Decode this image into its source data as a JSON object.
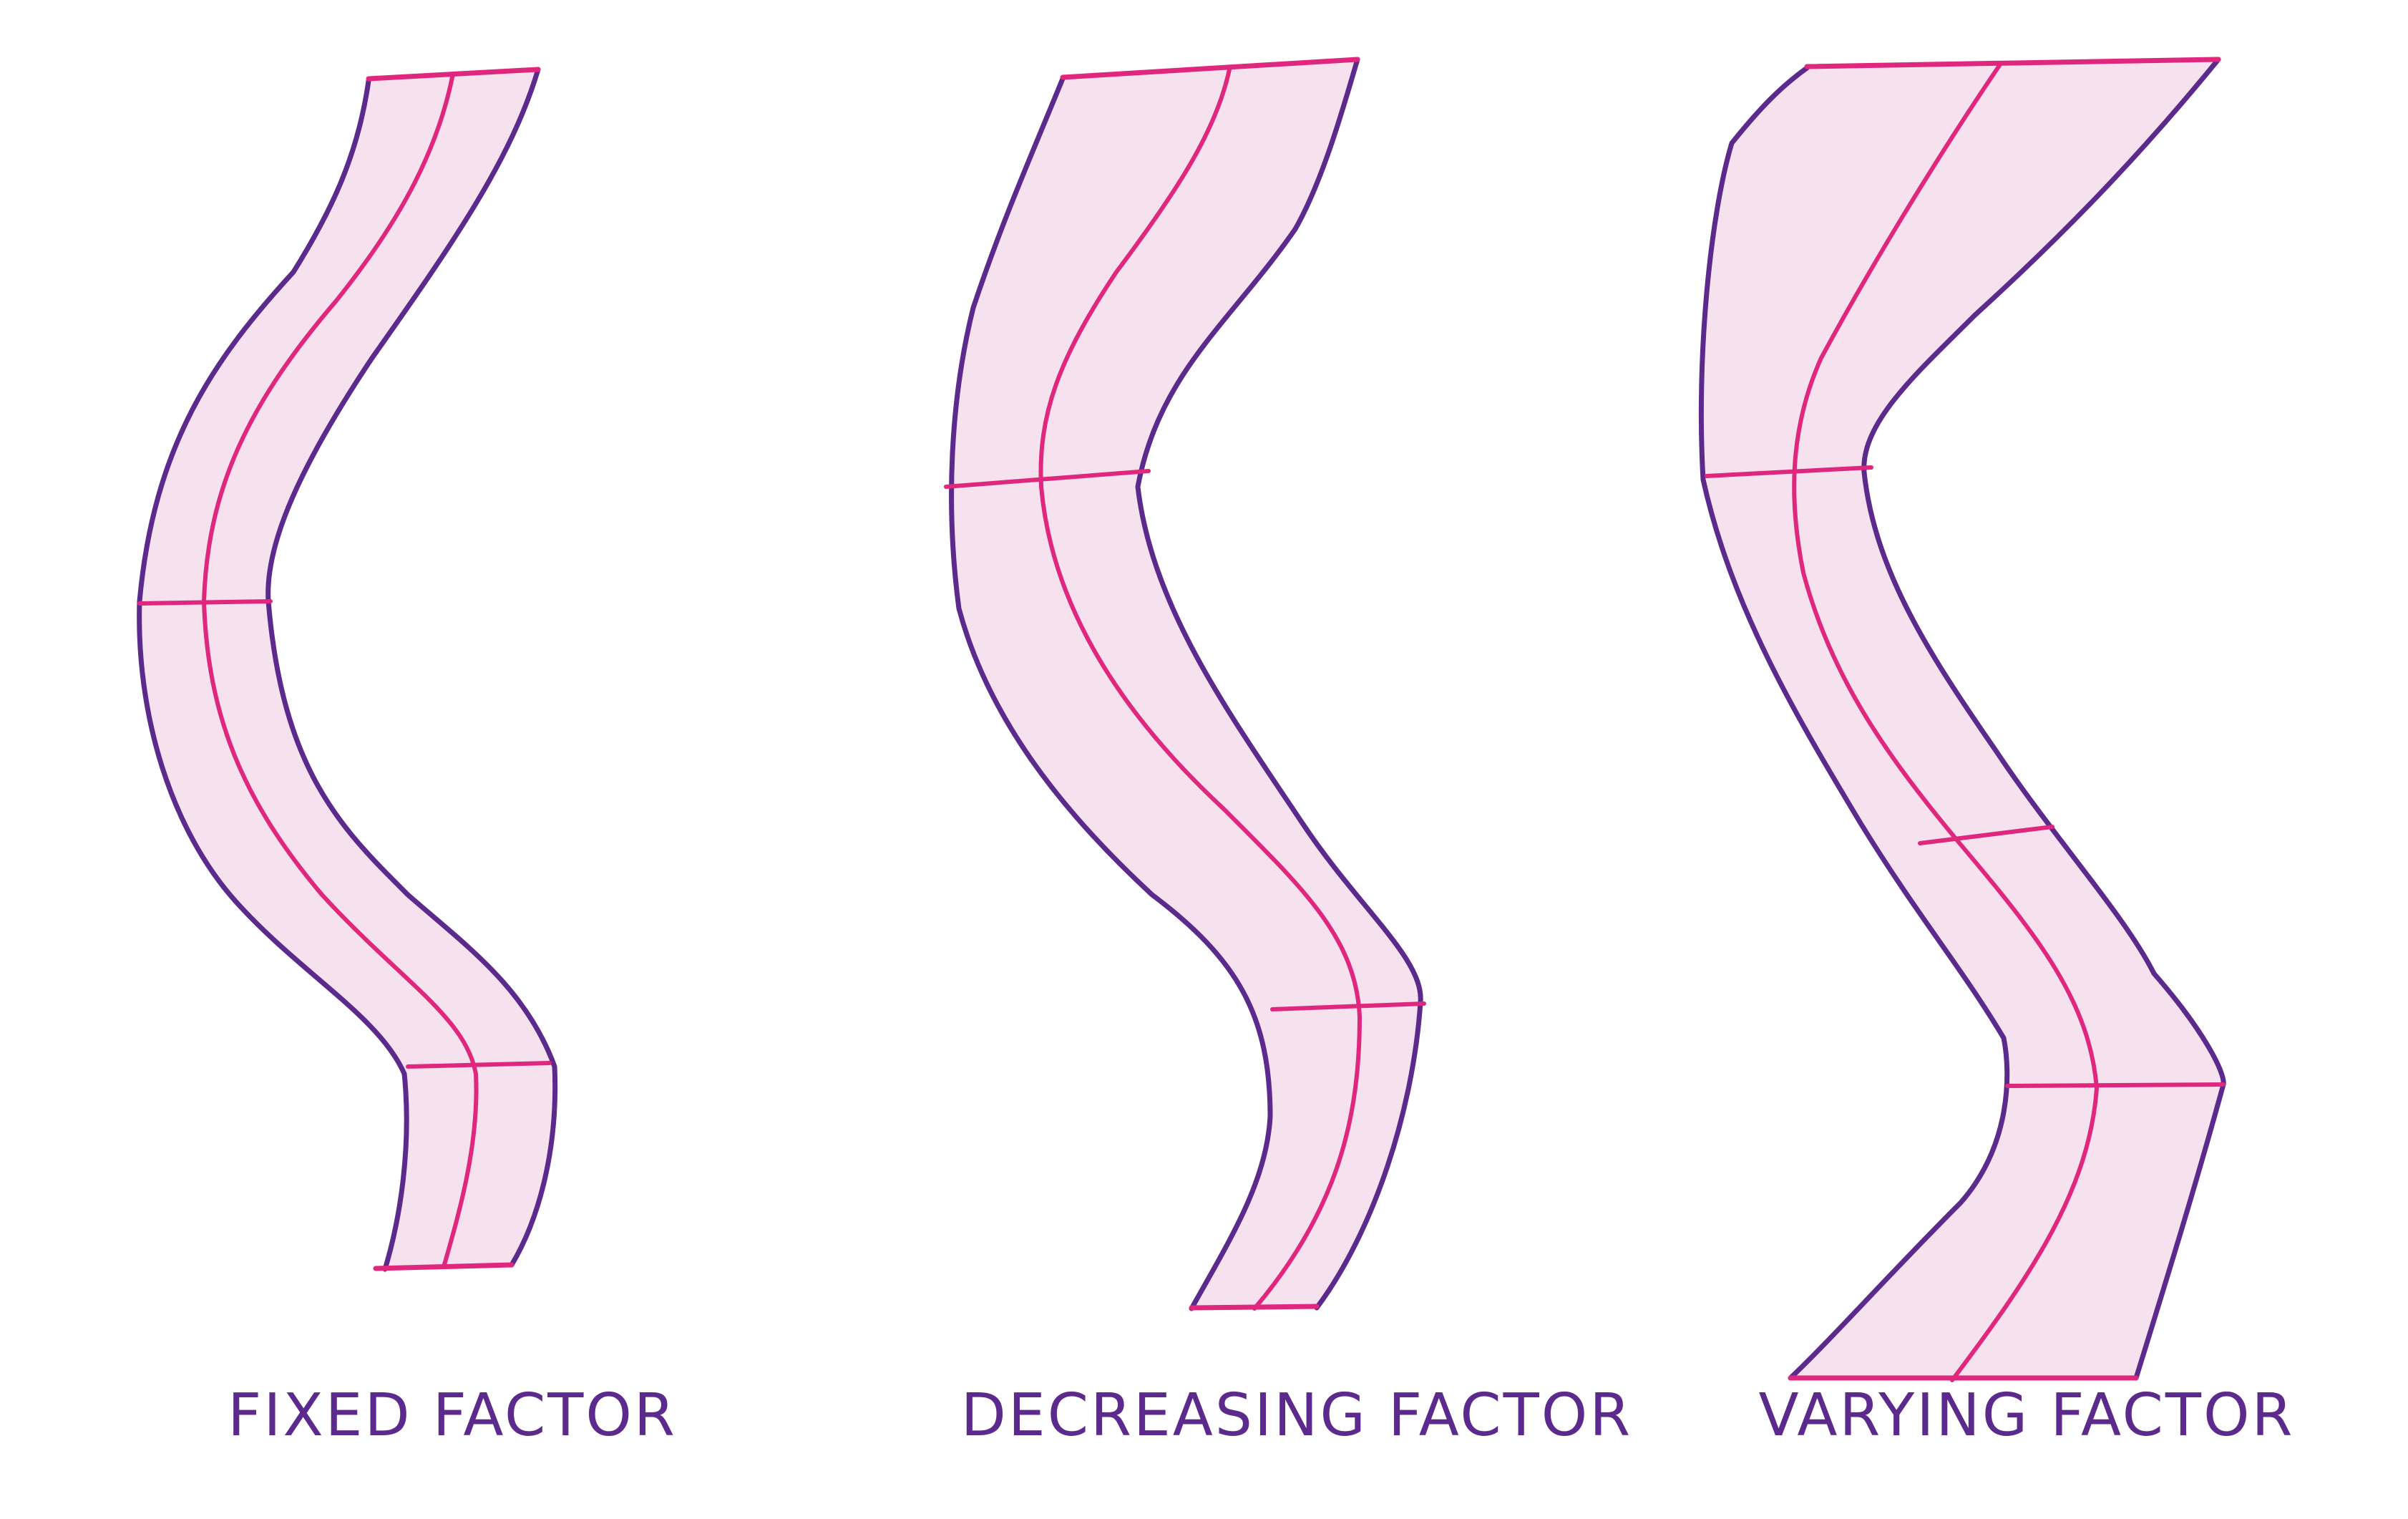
{
  "colors": {
    "outline": "#5b2a8c",
    "centerline": "#e0277e",
    "fill": "#f6e1ee",
    "caption": "#5b2a8c"
  },
  "panels": [
    {
      "caption": "FIXED FACTOR"
    },
    {
      "caption": "DECREASING FACTOR"
    },
    {
      "caption": "VARYING FACTOR"
    }
  ]
}
